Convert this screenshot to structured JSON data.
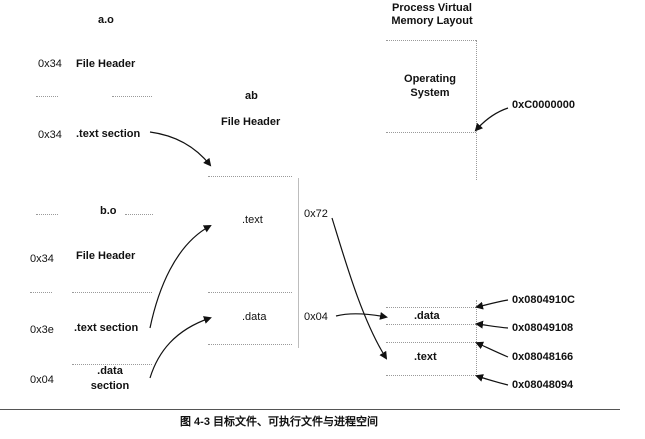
{
  "objects": {
    "a": {
      "title": "a.o",
      "header_offset": "0x34",
      "header_label": "File Header",
      "text_offset": "0x34",
      "text_label": ".text section"
    },
    "b": {
      "title": "b.o",
      "header_offset": "0x34",
      "header_label": "File Header",
      "text_offset": "0x3e",
      "text_label": ".text section",
      "data_offset": "0x04",
      "data_label_line1": ".data",
      "data_label_line2": "section"
    }
  },
  "executable": {
    "title": "ab",
    "header_label": "File Header",
    "text_label": ".text",
    "text_size": "0x72",
    "data_label": ".data",
    "data_size": "0x04"
  },
  "vm": {
    "title_line1": "Process Virtual",
    "title_line2": "Memory Layout",
    "os_line1": "Operating",
    "os_line2": "System",
    "data_label": ".data",
    "text_label": ".text",
    "addr_os": "0xC0000000",
    "addr_1": "0x0804910C",
    "addr_2": "0x08049108",
    "addr_3": "0x08048166",
    "addr_4": "0x08048094"
  },
  "caption": "图 4-3   目标文件、可执行文件与进程空间"
}
